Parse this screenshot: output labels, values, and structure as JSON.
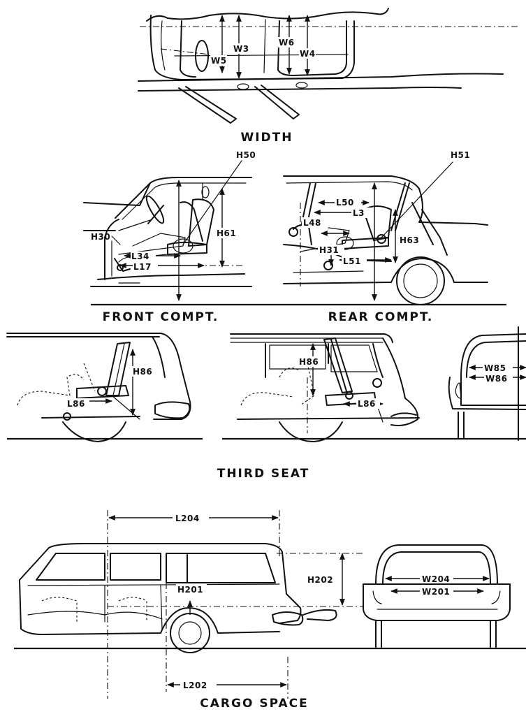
{
  "captions": {
    "width": "WIDTH",
    "front": "FRONT COMPT.",
    "rear": "REAR COMPT.",
    "third_seat": "THIRD SEAT",
    "cargo": "CARGO SPACE"
  },
  "labels": {
    "w3": "W3",
    "w4": "W4",
    "w5": "W5",
    "w6": "W6",
    "h50": "H50",
    "h51": "H51",
    "h30": "H30",
    "h61": "H61",
    "l34": "L34",
    "l17": "L17",
    "l50": "L50",
    "l3": "L3",
    "l48": "L48",
    "h31": "H31",
    "l51": "L51",
    "h63": "H63",
    "h86_left": "H86",
    "l86_left": "L86",
    "h86_mid": "H86",
    "l86_mid": "L86",
    "w85": "W85",
    "w86": "W86",
    "l204": "L204",
    "h202": "H202",
    "h201": "H201",
    "w204": "W204",
    "w201": "W201",
    "l202": "L202"
  }
}
